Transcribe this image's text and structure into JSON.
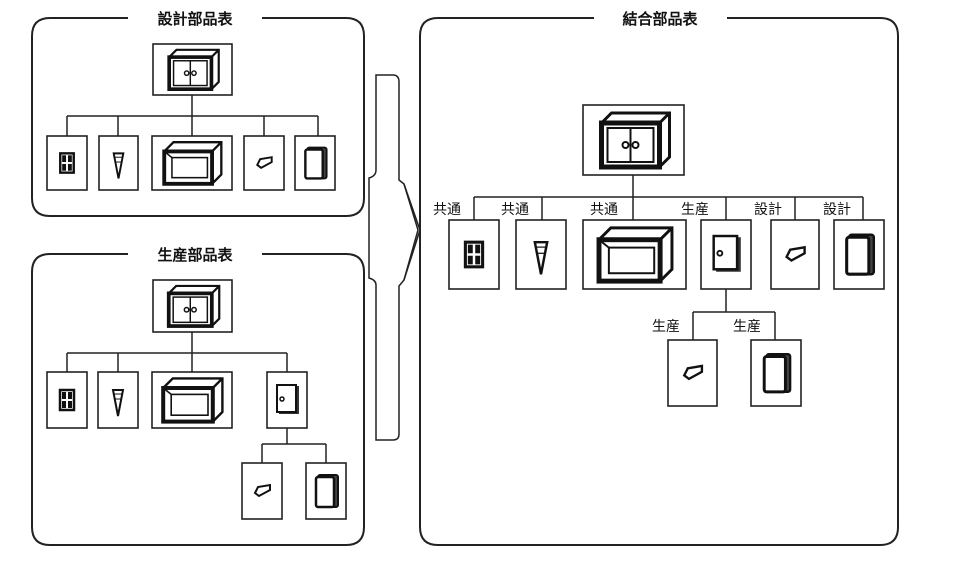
{
  "design_bom": {
    "title": "設計部品表"
  },
  "production_bom": {
    "title": "生産部品表"
  },
  "combined_bom": {
    "title": "結合部品表",
    "child_labels": [
      "共通",
      "共通",
      "共通",
      "生産",
      "設計",
      "設計"
    ],
    "grandchild_labels": [
      "生産",
      "生産"
    ]
  },
  "part_icons": [
    "cabinet-icon",
    "hinge-icon",
    "screw-icon",
    "case-icon",
    "knob-icon",
    "panel-icon",
    "door-icon"
  ]
}
